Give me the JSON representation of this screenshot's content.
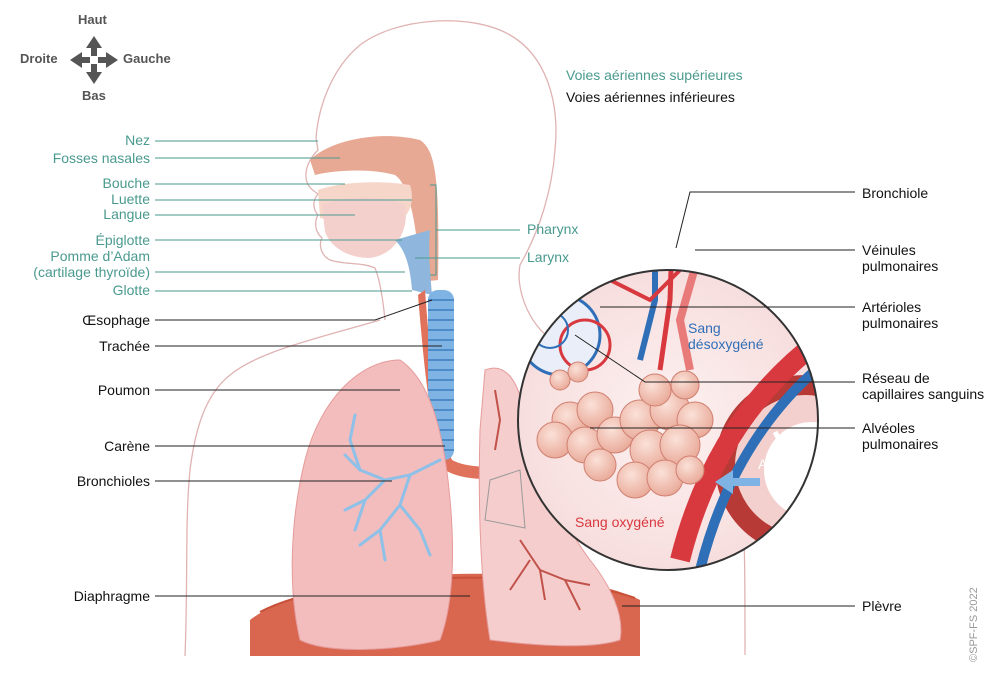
{
  "compass": {
    "up": "Haut",
    "down": "Bas",
    "left": "Droite",
    "right": "Gauche"
  },
  "legend": {
    "upper": "Voies aériennes supérieures",
    "lower": "Voies aériennes inférieures"
  },
  "left_labels_upper": {
    "nez": "Nez",
    "fosses": "Fosses nasales",
    "bouche": "Bouche",
    "luette": "Luette",
    "langue": "Langue",
    "epiglotte": "Épiglotte",
    "pomme1": "Pomme d’Adam",
    "pomme2": "(cartilage thyroïde)",
    "glotte": "Glotte"
  },
  "mid_labels": {
    "pharynx": "Pharynx",
    "larynx": "Larynx"
  },
  "left_labels_lower": {
    "oesophage": "Œsophage",
    "trachee": "Trachée",
    "poumon": "Poumon",
    "carene": "Carène",
    "bronchioles": "Bronchioles",
    "diaphragme": "Diaphragme"
  },
  "right_labels": {
    "bronchiole": "Bronchiole",
    "veinules1": "Véinules",
    "veinules2": "pulmonaires",
    "arterioles1": "Artérioles",
    "arterioles2": "pulmonaires",
    "reseau1": "Réseau de",
    "reseau2": "capillaires sanguins",
    "alveoles1": "Alvéoles",
    "alveoles2": "pulmonaires",
    "plevre": "Plèvre"
  },
  "inset": {
    "sang_deox1": "Sang",
    "sang_deox2": "désoxygéné",
    "sang_ox": "Sang oxygéné",
    "alveole": "Alvéole"
  },
  "copyright": "©SPF-FS 2022",
  "colors": {
    "teal": "#4a9a8f",
    "blue": "#2f6fb8",
    "red": "#d8393f",
    "lung": "#f2b5b5"
  }
}
